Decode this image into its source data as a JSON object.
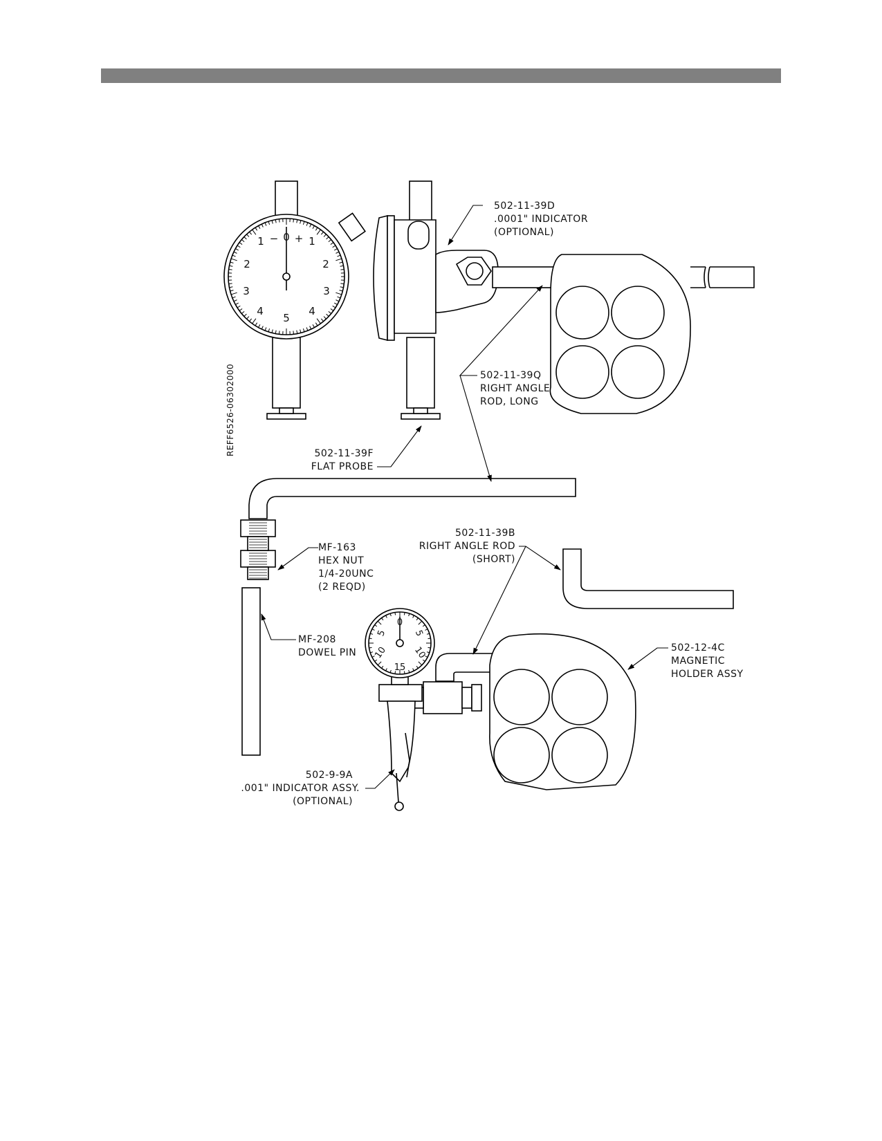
{
  "colors": {
    "header_bar": "#808080",
    "line": "#000000",
    "background": "#ffffff"
  },
  "reference_number": "REFF6526-06302000",
  "callouts": {
    "indicator_0001": {
      "part": "502-11-39D",
      "line1": ".0001\" INDICATOR",
      "line2": "(OPTIONAL)"
    },
    "rod_long": {
      "part": "502-11-39Q",
      "line1": "RIGHT ANGLE",
      "line2": "ROD, LONG"
    },
    "flat_probe": {
      "part": "502-11-39F",
      "line1": "FLAT PROBE"
    },
    "hex_nut": {
      "part": "MF-163",
      "line1": "HEX NUT",
      "line2": "1/4-20UNC",
      "line3": "(2 REQD)"
    },
    "rod_short": {
      "part": "502-11-39B",
      "line1": "RIGHT ANGLE ROD",
      "line2": "(SHORT)"
    },
    "dowel_pin": {
      "part": "MF-208",
      "line1": "DOWEL PIN"
    },
    "magnetic_holder": {
      "part": "502-12-4C",
      "line1": "MAGNETIC",
      "line2": "HOLDER ASSY"
    },
    "indicator_001": {
      "part": "502-9-9A",
      "line1": ".001\" INDICATOR ASSY.",
      "line2": "(OPTIONAL)"
    }
  },
  "dial_large": {
    "top_marks": [
      "1",
      "−",
      "0",
      "+",
      "1"
    ],
    "left_numbers": [
      "2",
      "3",
      "4"
    ],
    "right_numbers": [
      "2",
      "3",
      "4"
    ],
    "bottom_number": "5"
  },
  "dial_small": {
    "numbers": [
      "0",
      "5",
      "5",
      "10",
      "10",
      "15"
    ]
  }
}
